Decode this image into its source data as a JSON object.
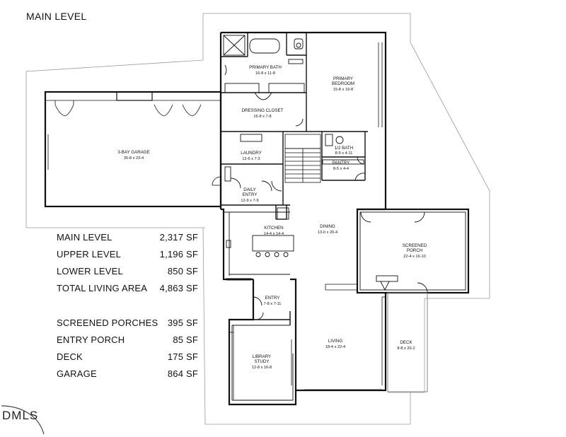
{
  "header": {
    "title": "MAIN LEVEL"
  },
  "rooms": {
    "primary_bath": {
      "name": "PRIMARY BATH",
      "dims": "16-8 x 11-8"
    },
    "primary_bedroom": {
      "name1": "PRIMARY",
      "name2": "BEDROOM",
      "dims": "15-8 x 19-8"
    },
    "dressing_closet": {
      "name": "DRESSING CLOSET",
      "dims": "16-8 x 7-8"
    },
    "garage": {
      "name": "3-BAY GARAGE",
      "dims": "35-8 x 23-4"
    },
    "laundry": {
      "name": "LAUNDRY",
      "dims": "12-6 x 7-3"
    },
    "half_bath": {
      "name": "1/2 BATH",
      "dims": "8-5 x 4-11"
    },
    "pantry": {
      "name": "PANTRY",
      "dims": "8-5 x 4-4"
    },
    "daily_entry": {
      "name1": "DAILY",
      "name2": "ENTRY",
      "dims": "12-9 x 7-9"
    },
    "kitchen": {
      "name": "KITCHEN",
      "dims": "14-4 x 14-4"
    },
    "dining": {
      "name": "DINING",
      "dims": "13-0 x 20-4"
    },
    "screened_porch": {
      "name1": "SCREENED",
      "name2": "PORCH",
      "dims": "22-4 x 16-10"
    },
    "entry": {
      "name": "ENTRY",
      "dims": "7-8 x 7-11"
    },
    "library": {
      "name1": "LIBRARY",
      "name2": "STUDY",
      "dims": "12-8 x 16-8"
    },
    "living": {
      "name": "LIVING",
      "dims": "18-4 x 22-4"
    },
    "deck": {
      "name": "DECK",
      "dims": "8-8 x 20-2"
    }
  },
  "stats": {
    "main_level": {
      "label": "MAIN LEVEL",
      "value": "2,317 SF"
    },
    "upper_level": {
      "label": "UPPER LEVEL",
      "value": "1,196 SF"
    },
    "lower_level": {
      "label": "LOWER LEVEL",
      "value": "850 SF"
    },
    "total_living": {
      "label": "TOTAL LIVING AREA",
      "value": "4,863 SF"
    },
    "screened_porches": {
      "label": "SCREENED PORCHES",
      "value": "395 SF"
    },
    "entry_porch": {
      "label": "ENTRY PORCH",
      "value": "85 SF"
    },
    "deck": {
      "label": "DECK",
      "value": "175 SF"
    },
    "garage": {
      "label": "GARAGE",
      "value": "864 SF"
    }
  },
  "branding": {
    "logo": "DMLS"
  }
}
